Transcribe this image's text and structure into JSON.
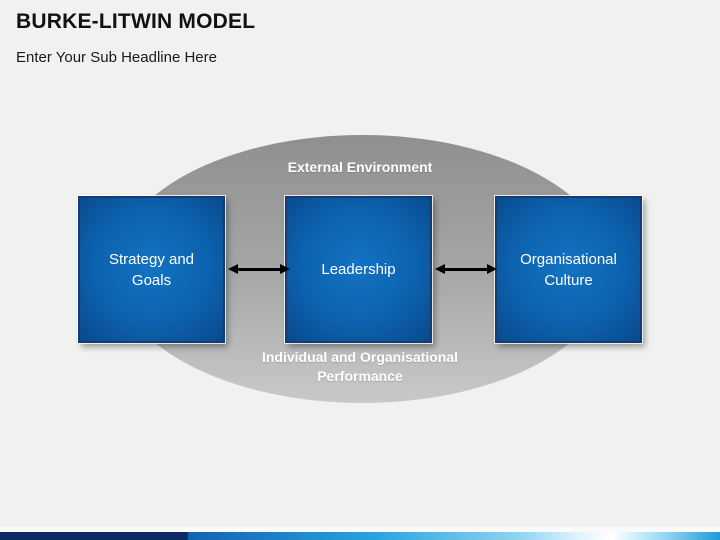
{
  "slide": {
    "title": "BURKE-LITWIN MODEL",
    "subtitle": "Enter Your Sub Headline Here"
  },
  "diagram": {
    "top_label": "External Environment",
    "bottom_label": "Individual and Organisational\nPerformance",
    "boxes": [
      {
        "label": "Strategy and\nGoals"
      },
      {
        "label": "Leadership"
      },
      {
        "label": "Organisational\nCulture"
      }
    ],
    "connectors": [
      {
        "between": "Strategy and Goals / Leadership",
        "type": "double-headed-arrow"
      },
      {
        "between": "Leadership / Organisational Culture",
        "type": "double-headed-arrow"
      }
    ]
  },
  "colors": {
    "background": "#F1F1F0",
    "title_text": "#111111",
    "subtitle_text": "#1A1A1A",
    "ellipse_gradient_top": "#8F8F8F",
    "ellipse_gradient_bottom": "#C9C9C9",
    "ellipse_label_text": "#FFFFFF",
    "box_fill_center": "#1373C4",
    "box_fill_edge": "#09498C",
    "box_border": "#123C72",
    "box_text": "#FFFFFF",
    "arrow": "#000000",
    "footer_navy": "#0E2A64",
    "footer_mid_blue": "#29A3E0",
    "footer_highlight": "#FFFFFF",
    "footer_right_blue": "#1D9BD9"
  }
}
